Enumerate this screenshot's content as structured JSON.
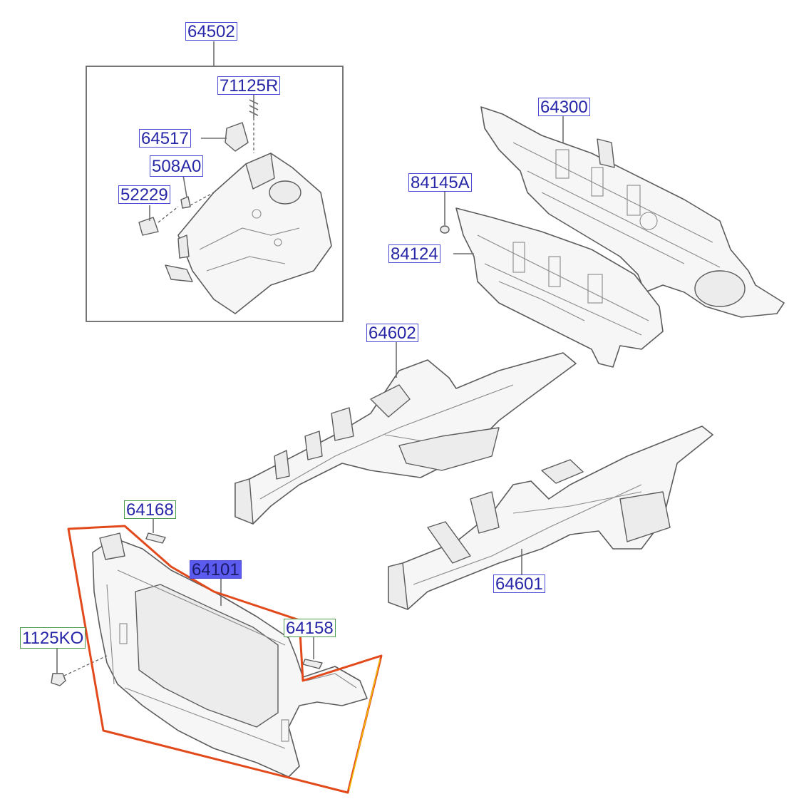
{
  "colors": {
    "label_text": "#2727a8",
    "label_border_blue": "#4b4bd6",
    "label_border_green": "#4e9a4e",
    "label_fill_highlight": "#5b5bf0",
    "highlight_outline": "#e24a1c",
    "highlight_outline_inner": "#f2c200"
  },
  "labels": {
    "p64502": "64502",
    "p71125R": "71125R",
    "p64517": "64517",
    "p508A0": "508A0",
    "p52229": "52229",
    "p64300": "64300",
    "p84145A": "84145A",
    "p84124": "84124",
    "p64602": "64602",
    "p64168": "64168",
    "p64101": "64101",
    "p64158": "64158",
    "p1125KO": "1125KO",
    "p64601": "64601"
  }
}
